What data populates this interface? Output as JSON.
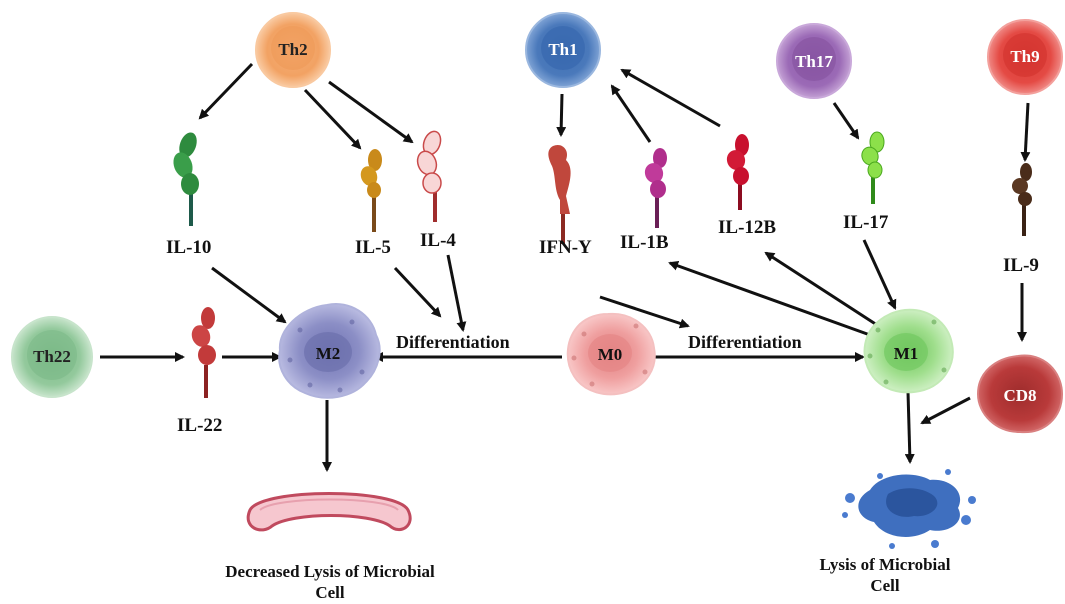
{
  "cells": {
    "th2": "Th2",
    "th1": "Th1",
    "th17": "Th17",
    "th9": "Th9",
    "th22": "Th22",
    "m2": "M2",
    "m0": "M0",
    "m1": "M1",
    "cd8": "CD8"
  },
  "cytokines": {
    "il10": "IL-10",
    "il5": "IL-5",
    "il4": "IL-4",
    "ifny": "IFN-Y",
    "il1b": "IL-1B",
    "il12b": "IL-12B",
    "il17": "IL-17",
    "il9": "IL-9",
    "il22": "IL-22"
  },
  "processes": {
    "diff_left": "Differentiation",
    "diff_right": "Differentiation"
  },
  "outcomes": {
    "left_line1": "Decreased Lysis of Microbial",
    "left_line2": "Cell",
    "right_line1": "Lysis of Microbial",
    "right_line2": "Cell"
  },
  "colors": {
    "th2": "#f4a86a",
    "th1": "#4e79b8",
    "th17": "#9a6ab5",
    "th9": "#e2453f",
    "th22": "#93c99c",
    "m2": "#8c8fc6",
    "m0": "#ef9f9f",
    "m1": "#9fde8c",
    "cd8": "#b93a3a",
    "il10": "#2e8b3e",
    "il5": "#c98a1a",
    "il4": "#f4c9c9",
    "ifny": "#c0473c",
    "il1b": "#b02e8c",
    "il12b": "#c8102e",
    "il17": "#7cd83a",
    "il9": "#4a2c1a",
    "il22": "#c23a3a"
  }
}
